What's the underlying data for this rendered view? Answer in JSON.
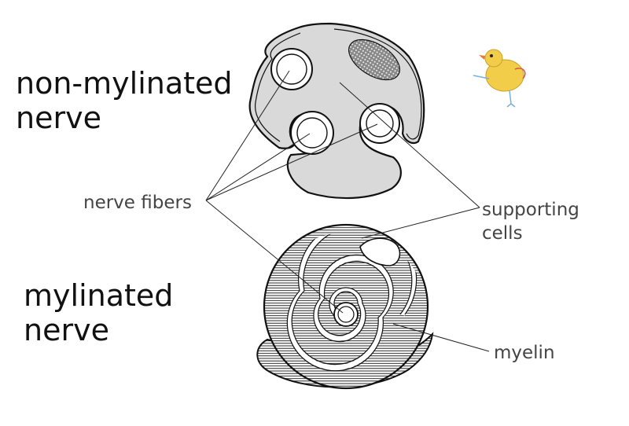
{
  "labels": {
    "non_mylinated_line1": "non-mylinated",
    "non_mylinated_line2": "nerve",
    "mylinated_line1": "mylinated",
    "mylinated_line2": "nerve",
    "nerve_fibers": "nerve fibers",
    "supporting_line1": "supporting",
    "supporting_line2": "cells",
    "myelin": "myelin"
  },
  "colors": {
    "cell_fill": "#d9d9d9",
    "outline": "#111111",
    "leader_line": "#222222",
    "text_big": "#111111",
    "text_small": "#444444",
    "chick_body": "#f2cd4a"
  }
}
